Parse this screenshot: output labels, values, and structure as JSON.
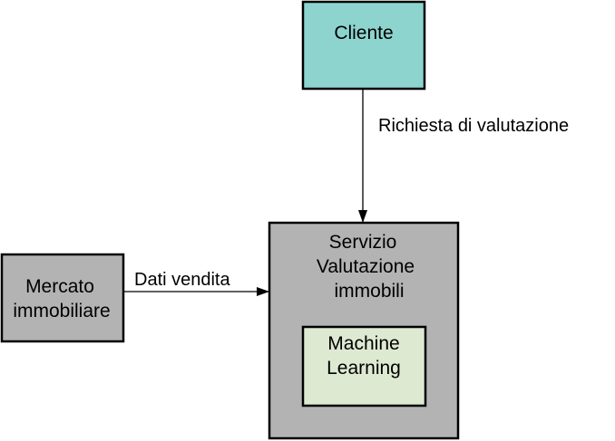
{
  "nodes": {
    "cliente": {
      "label": "Cliente",
      "fill": "#8dd4cf"
    },
    "servizio": {
      "label_lines": [
        "Servizio",
        "Valutazione",
        "immobili"
      ],
      "fill": "#b3b3b3"
    },
    "machine_learning": {
      "label_lines": [
        "Machine",
        "Learning"
      ],
      "fill": "#dee9d2"
    },
    "mercato": {
      "label_lines": [
        "Mercato",
        "immobiliare"
      ],
      "fill": "#b3b3b3"
    }
  },
  "edges": {
    "richiesta": {
      "label": "Richiesta di valutazione"
    },
    "dati_vendita": {
      "label": "Dati vendita"
    }
  },
  "colors": {
    "stroke": "#000000",
    "arrow": "#000000"
  }
}
